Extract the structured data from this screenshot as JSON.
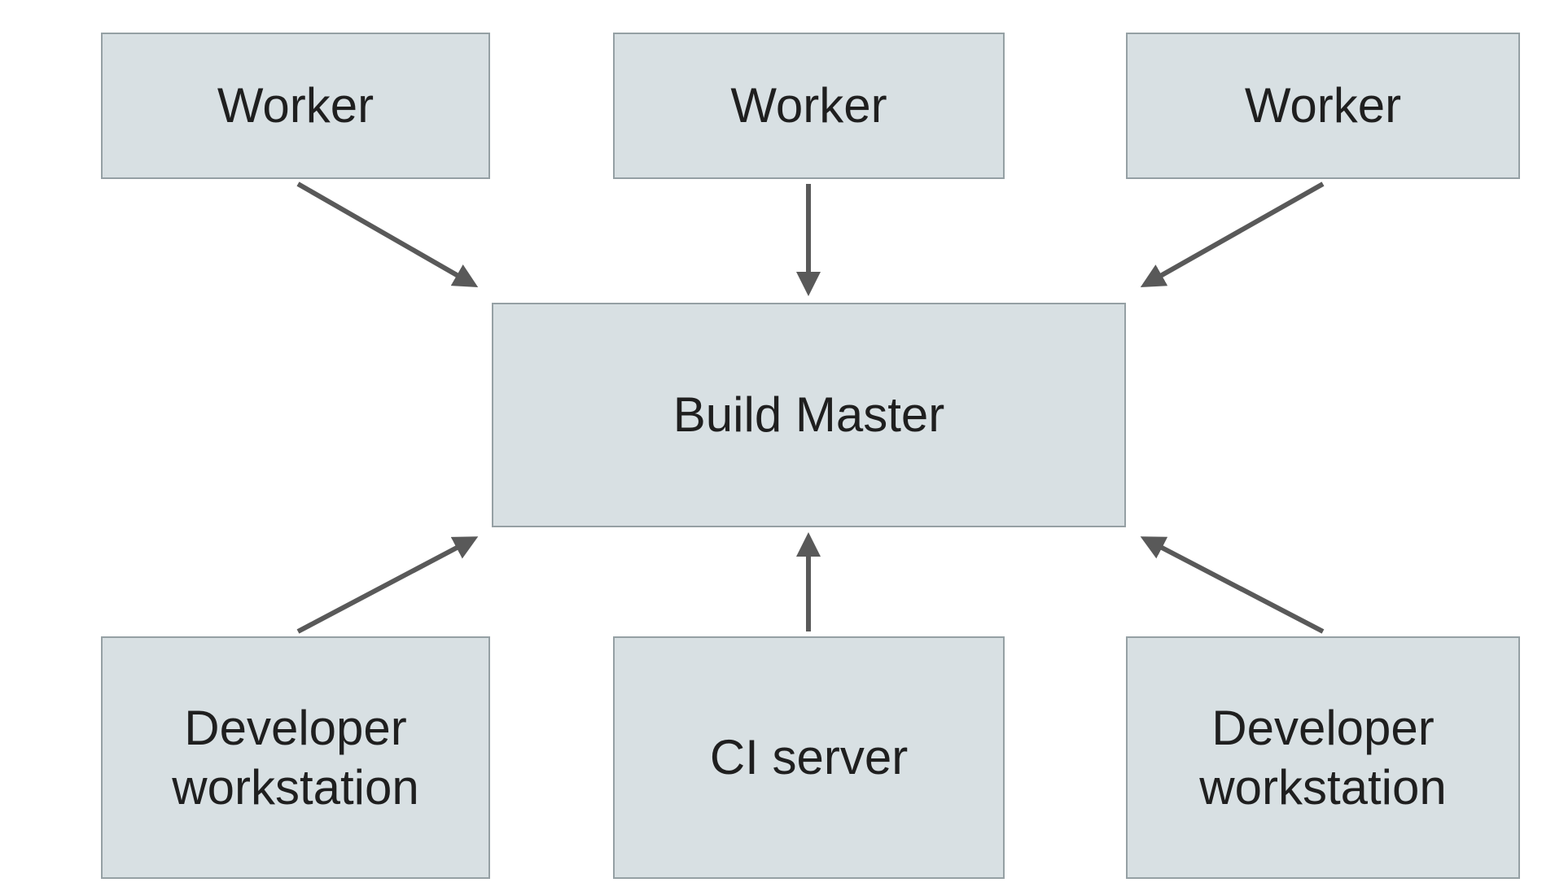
{
  "diagram": {
    "type": "architecture-diagram",
    "background_color": "#ffffff",
    "node_fill_color": "#d8e0e3",
    "node_border_color": "#95a0a4",
    "arrow_color": "#595959",
    "text_color": "#1f1f1f",
    "nodes": [
      {
        "id": "worker-1",
        "label": "Worker"
      },
      {
        "id": "worker-2",
        "label": "Worker"
      },
      {
        "id": "worker-3",
        "label": "Worker"
      },
      {
        "id": "build-master",
        "label": "Build Master"
      },
      {
        "id": "developer-workstation-left",
        "label": "Developer workstation"
      },
      {
        "id": "ci-server",
        "label": "CI server"
      },
      {
        "id": "developer-workstation-right",
        "label": "Developer workstation"
      }
    ],
    "edges": [
      {
        "from": "worker-1",
        "to": "build-master"
      },
      {
        "from": "worker-2",
        "to": "build-master"
      },
      {
        "from": "worker-3",
        "to": "build-master"
      },
      {
        "from": "developer-workstation-left",
        "to": "build-master"
      },
      {
        "from": "ci-server",
        "to": "build-master"
      },
      {
        "from": "developer-workstation-right",
        "to": "build-master"
      }
    ]
  }
}
